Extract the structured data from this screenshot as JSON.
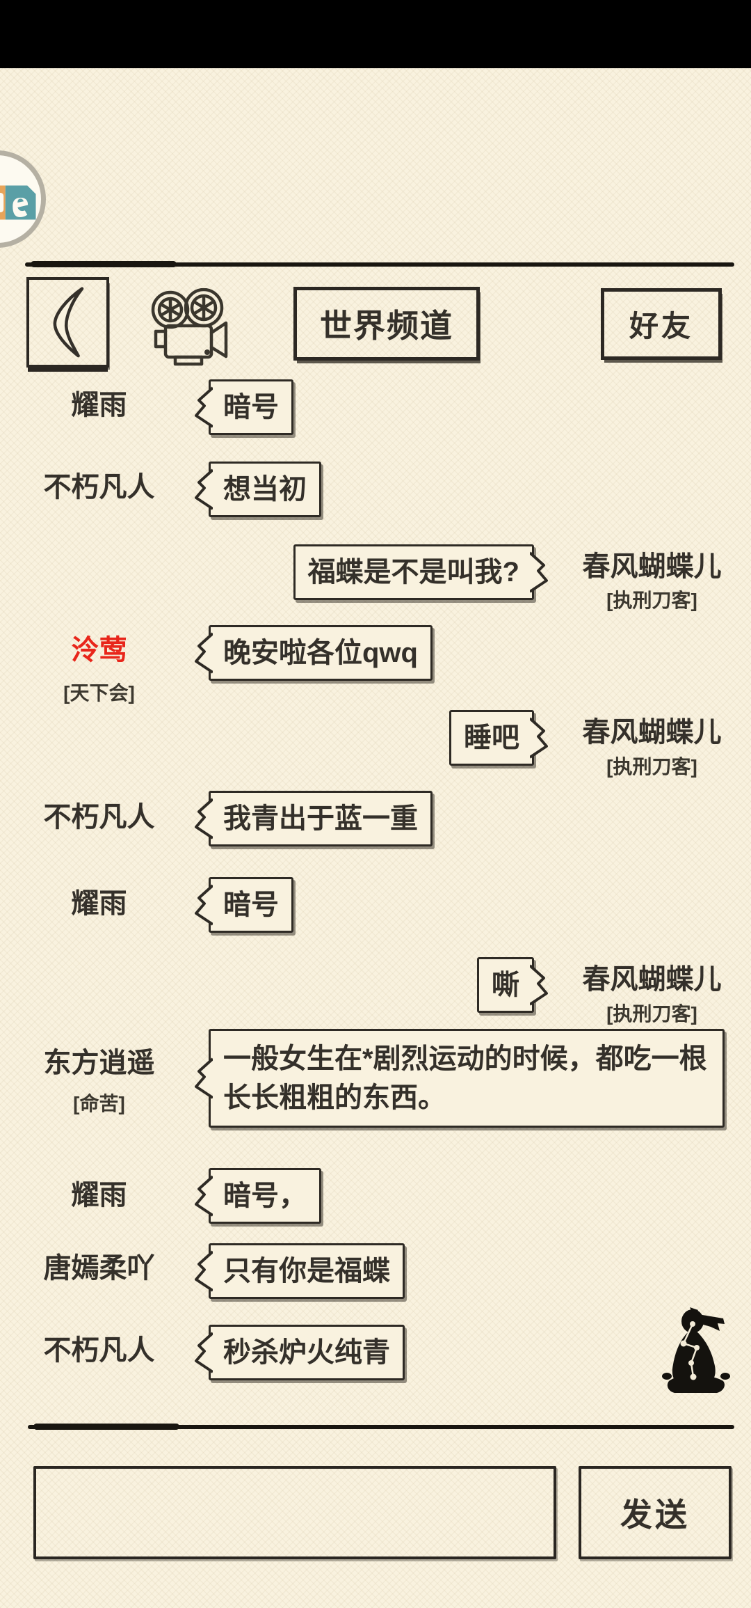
{
  "colors": {
    "background": "#f9f2df",
    "ink": "#34302a",
    "highlight_name": "#e8251a",
    "badge_orange": "#e7a45a",
    "badge_teal": "#5a9fa6"
  },
  "floating_badge": {
    "icon": "e-logo-icon",
    "letter": "e"
  },
  "header": {
    "back_icon": "back-chevron-icon",
    "camera_icon": "film-camera-icon",
    "world_channel_label": "世界频道",
    "friends_label": "好友"
  },
  "messages": [
    {
      "side": "left",
      "name": "耀雨",
      "tag": "",
      "text": "暗号"
    },
    {
      "side": "left",
      "name": "不朽凡人",
      "tag": "",
      "text": "想当初"
    },
    {
      "side": "right",
      "name": "春风蝴蝶儿",
      "tag": "[执刑刀客]",
      "text": "福蝶是不是叫我?"
    },
    {
      "side": "left",
      "name": "泠莺",
      "tag": "[天下会]",
      "text": "晚安啦各位qwq",
      "name_highlight": true
    },
    {
      "side": "right",
      "name": "春风蝴蝶儿",
      "tag": "[执刑刀客]",
      "text": "睡吧"
    },
    {
      "side": "left",
      "name": "不朽凡人",
      "tag": "",
      "text": "我青出于蓝一重"
    },
    {
      "side": "left",
      "name": "耀雨",
      "tag": "",
      "text": "暗号"
    },
    {
      "side": "right",
      "name": "春风蝴蝶儿",
      "tag": "[执刑刀客]",
      "text": "嘶"
    },
    {
      "side": "left",
      "name": "东方逍遥",
      "tag": "[命苦]",
      "text": "一般女生在*剧烈运动的时候，都吃一根长长粗粗的东西。"
    },
    {
      "side": "left",
      "name": "耀雨",
      "tag": "",
      "text": "暗号，"
    },
    {
      "side": "left",
      "name": "唐嫣柔吖",
      "tag": "",
      "text": "只有你是福蝶"
    },
    {
      "side": "left",
      "name": "不朽凡人",
      "tag": "",
      "text": "秒杀炉火纯青"
    }
  ],
  "scene": {
    "ninja_icon": "meditating-ninja-icon"
  },
  "composer": {
    "input_value": "",
    "input_placeholder": "",
    "send_label": "发送"
  }
}
